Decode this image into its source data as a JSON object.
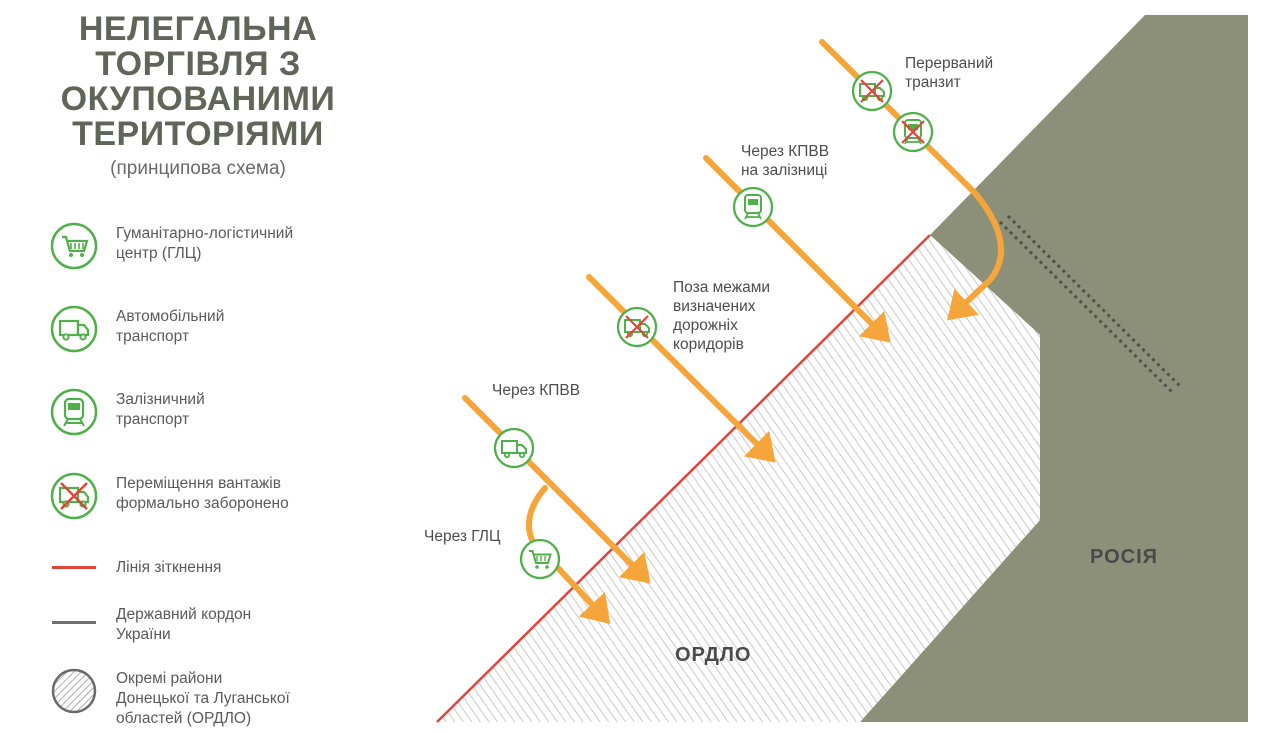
{
  "title_lines": [
    "НЕЛЕГАЛЬНА",
    "ТОРГІВЛЯ З",
    "ОКУПОВАНИМИ",
    "ТЕРИТОРІЯМИ"
  ],
  "subtitle": "(принципова схема)",
  "legend": [
    {
      "icon": "cart-icon",
      "text": "Гуманітарно-логістичний\nцентр (ГЛЦ)"
    },
    {
      "icon": "truck-icon",
      "text": "Автомобільний\nтранспорт"
    },
    {
      "icon": "train-icon",
      "text": "Залізничний\nтранспорт"
    },
    {
      "icon": "truck-forbidden-icon",
      "text": "Переміщення вантажів\nформально заборонено"
    },
    {
      "icon": "red-line",
      "text": "Лінія зіткнення"
    },
    {
      "icon": "gray-line",
      "text": "Державний кордон\nУкраїни"
    },
    {
      "icon": "hatched-circle-icon",
      "text": "Окремі райони\nДонецької та Луганської\nобластей (ОРДЛО)"
    }
  ],
  "routes": {
    "interrupted_transit": [
      "Перерваний",
      "транзит"
    ],
    "rail_checkpoint": [
      "Через КПВВ",
      "на залізниці"
    ],
    "outside_corridors": [
      "Поза межами",
      "визначених",
      "дорожніх",
      "коридорів"
    ],
    "checkpoint": [
      "Через КПВВ"
    ],
    "via_hlc": [
      "Через ГЛЦ"
    ]
  },
  "regions": {
    "ordlo": "ОРДЛО",
    "russia": "РОСІЯ"
  },
  "colors": {
    "green": "#4fb04a",
    "orange": "#f5a53a",
    "red": "#e0443a",
    "russia": "#8c9079",
    "title": "#5f6557",
    "border": "#6f6f6f"
  }
}
